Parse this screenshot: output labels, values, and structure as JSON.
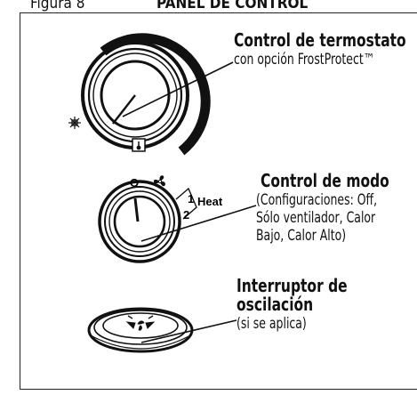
{
  "header": {
    "figure_label": "Figura 8",
    "title": "PANEL DE CONTROL"
  },
  "thermostat": {
    "heading": "Control de termostato",
    "subtitle": "con opción FrostProtect™",
    "icons": [
      "snowflake-icon",
      "thermometer-icon"
    ]
  },
  "mode": {
    "heading": "Control de modo",
    "lines": [
      "(Configuraciones: Off,",
      "Sólo ventilador, Calor",
      "Bajo, Calor Alto)"
    ],
    "dial_labels": {
      "off": "O",
      "low": "1",
      "high": "2",
      "heat": "Heat"
    },
    "icons": [
      "fan-icon"
    ]
  },
  "oscillation": {
    "heading_line1": "Interruptor de",
    "heading_line2": "oscilación",
    "subtitle": "(si se aplica)",
    "icons": [
      "oscillation-arrows-icon"
    ]
  }
}
